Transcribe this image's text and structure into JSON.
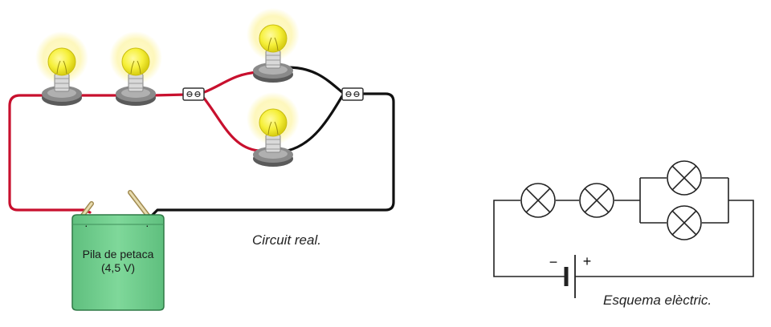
{
  "real_circuit": {
    "caption": "Circuit real.",
    "battery": {
      "label_line1": "Pila de petaca",
      "label_line2": "(4,5 V)"
    }
  },
  "schematic": {
    "caption": "Esquema elèctric.",
    "battery_negative_sign": "−",
    "battery_positive_sign": "+"
  },
  "colors": {
    "wire_positive": "#c8102e",
    "wire_negative": "#111111",
    "battery_body": "#6fcf8e",
    "bulb_glass": "#f6f03a",
    "bulb_glow": "#fdf6b5",
    "lamp_base": "#6f6f6f",
    "schematic_line": "#222222"
  }
}
